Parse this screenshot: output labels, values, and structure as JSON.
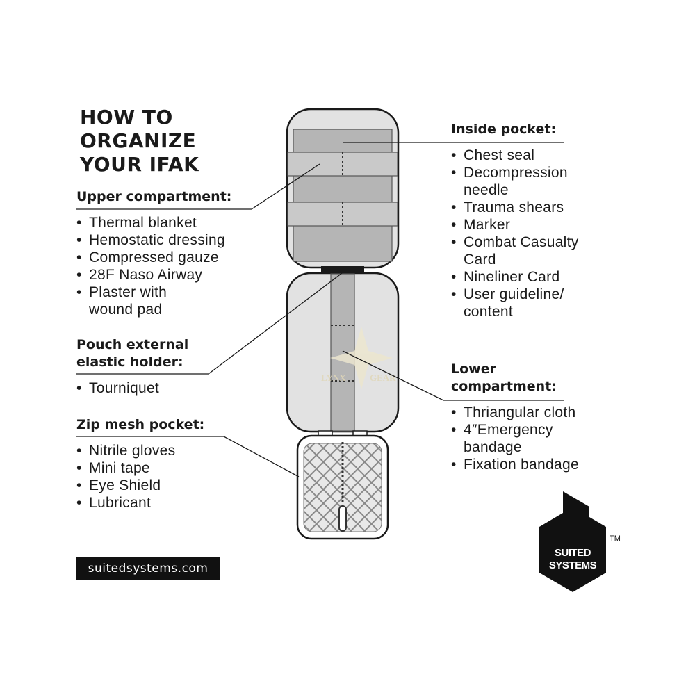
{
  "title": [
    "HOW TO",
    "ORGANIZE",
    "YOUR IFAK"
  ],
  "upper_compartment": {
    "heading": "Upper compartment:",
    "items": [
      [
        "Thermal blanket"
      ],
      [
        "Hemostatic dressing"
      ],
      [
        "Compressed gauze"
      ],
      [
        "28F Naso Airway"
      ],
      [
        "Plaster with",
        "wound pad"
      ]
    ]
  },
  "external_holder": {
    "heading": [
      "Pouch external",
      "elastic holder:"
    ],
    "items": [
      [
        "Tourniquet"
      ]
    ]
  },
  "zip_pocket": {
    "heading": "Zip mesh pocket:",
    "items": [
      [
        "Nitrile gloves"
      ],
      [
        "Mini tape"
      ],
      [
        "Eye Shield"
      ],
      [
        "Lubricant"
      ]
    ]
  },
  "inside_pocket": {
    "heading": "Inside pocket:",
    "items": [
      [
        "Chest seal"
      ],
      [
        "Decompression",
        "needle"
      ],
      [
        "Trauma shears"
      ],
      [
        "Marker"
      ],
      [
        "Combat Casualty",
        "Card"
      ],
      [
        "Nineliner Card"
      ],
      [
        "User guideline/",
        "content"
      ]
    ]
  },
  "lower_compartment": {
    "heading": [
      "Lower",
      "compartment:"
    ],
    "items": [
      [
        "Thriangular cloth"
      ],
      [
        "4″Emergency",
        "bandage"
      ],
      [
        "Fixation bandage"
      ]
    ]
  },
  "website": "suitedsystems.com",
  "logo": {
    "line1": "SUITED",
    "line2": "SYSTEMS",
    "tm": "TM"
  },
  "watermark": {
    "left": "LYNX",
    "right": "GEAR"
  },
  "colors": {
    "outline": "#1a1a1a",
    "pouch_fill": "#dcdcdc",
    "panel_fill": "#b5b5b5",
    "strap_fill": "#c9c9c9",
    "mesh": "#8a8a8a",
    "logo_bg": "#111111"
  }
}
